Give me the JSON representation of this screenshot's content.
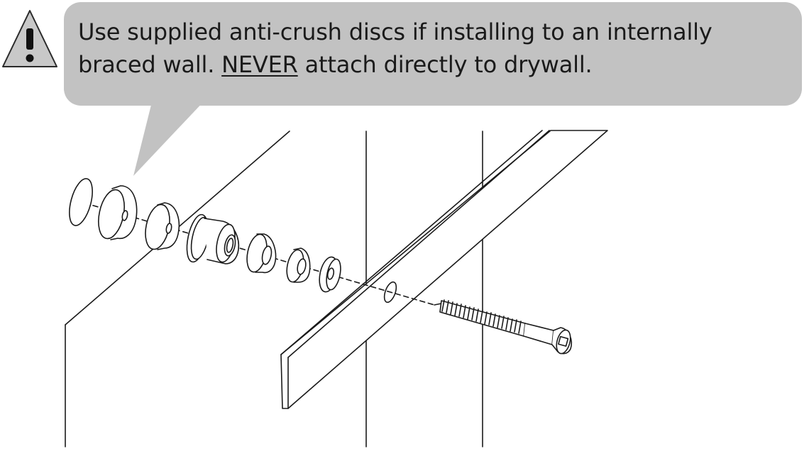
{
  "warning": {
    "line1": "Use supplied anti-crush discs if installing to an internally",
    "line2_prefix": "braced wall. ",
    "line2_emphasis": "NEVER",
    "line2_suffix": " attach directly to drywall."
  },
  "icons": {
    "warning": "warning-triangle-icon"
  },
  "colors": {
    "bubble": "#c2c2c2",
    "icon_fill": "#c8c8c8",
    "line": "#1a1a1a"
  }
}
